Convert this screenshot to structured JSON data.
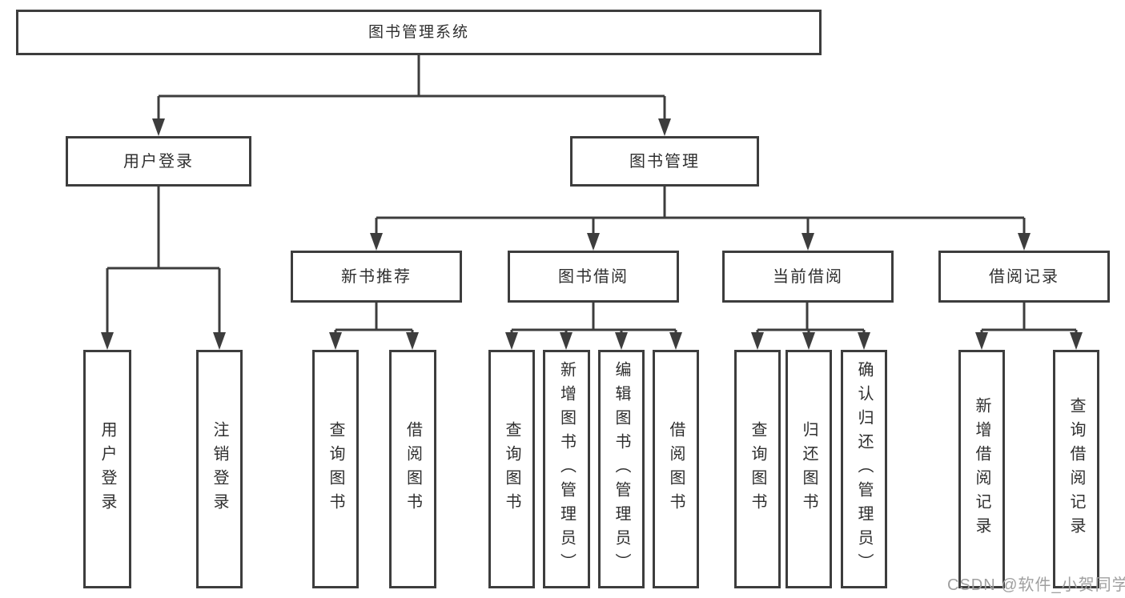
{
  "tree": {
    "root": {
      "label": "图书管理系统"
    },
    "branches": [
      {
        "label": "用户登录",
        "leaves": [
          {
            "label": "用户登录"
          },
          {
            "label": "注销登录"
          }
        ]
      },
      {
        "label": "图书管理",
        "groups": [
          {
            "label": "新书推荐",
            "leaves": [
              {
                "label": "查询图书"
              },
              {
                "label": "借阅图书"
              }
            ]
          },
          {
            "label": "图书借阅",
            "leaves": [
              {
                "label": "查询图书"
              },
              {
                "label": "新增图书（管理员）"
              },
              {
                "label": "编辑图书（管理员）"
              },
              {
                "label": "借阅图书"
              }
            ]
          },
          {
            "label": "当前借阅",
            "leaves": [
              {
                "label": "查询图书"
              },
              {
                "label": "归还图书"
              },
              {
                "label": "确认归还（管理员）"
              }
            ]
          },
          {
            "label": "借阅记录",
            "leaves": [
              {
                "label": "新增借阅记录"
              },
              {
                "label": "查询借阅记录"
              }
            ]
          }
        ]
      }
    ]
  },
  "watermark": {
    "text": "CSDN @软件_小贺同学"
  },
  "colors": {
    "line": "#3d3d3d",
    "text": "#2f2f2f",
    "watermark": "#a0a0a0"
  }
}
